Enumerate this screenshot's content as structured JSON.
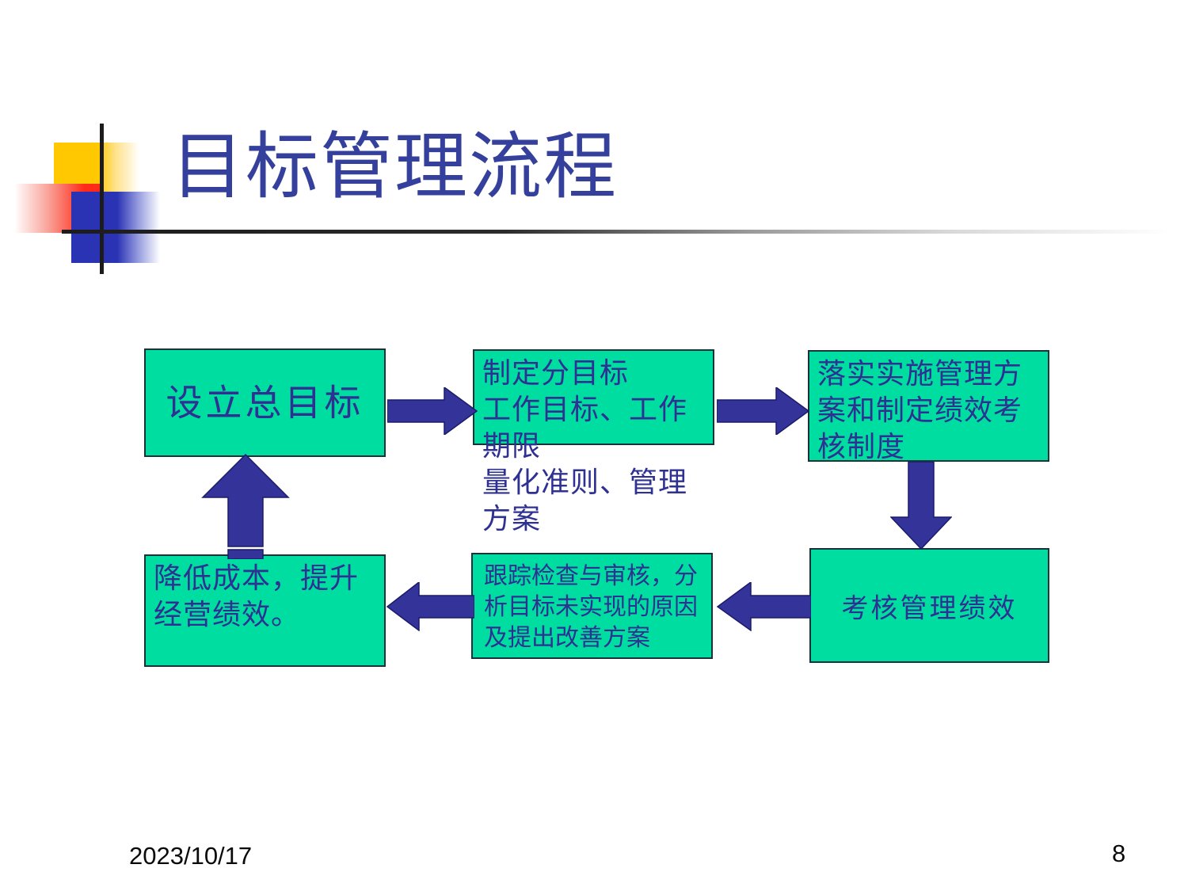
{
  "slide": {
    "title": "目标管理流程",
    "footer": {
      "date": "2023/10/17",
      "page_number": "8"
    },
    "colors": {
      "box_fill": "#00DDA0",
      "box_border": "#16323a",
      "text_navy": "#2E3192",
      "arrow_blue": "#33339A",
      "title_blue": "#34409B",
      "deco_yellow": "#FFC800",
      "deco_red": "#FF2A1A",
      "deco_blue": "#2B33B5"
    }
  },
  "flowchart": {
    "nodes": [
      {
        "id": "node-1",
        "label": "设立总目标"
      },
      {
        "id": "node-2",
        "label": "制定分目标\n工作目标、工作期限\n量化准则、管理方案"
      },
      {
        "id": "node-3",
        "label": "落实实施管理方\n案和制定绩效考\n核制度"
      },
      {
        "id": "node-4",
        "label": "降低成本，提升\n经营绩效。"
      },
      {
        "id": "node-5",
        "label": "跟踪检查与审核，分\n析目标未实现的原因\n及提出改善方案"
      },
      {
        "id": "node-6",
        "label": "考核管理绩效"
      }
    ],
    "connectors": [
      {
        "id": "arrow-1-2",
        "direction": "right",
        "from": "node-1",
        "to": "node-2"
      },
      {
        "id": "arrow-2-3",
        "direction": "right",
        "from": "node-2",
        "to": "node-3"
      },
      {
        "id": "arrow-3-6",
        "direction": "down",
        "from": "node-3",
        "to": "node-6"
      },
      {
        "id": "arrow-6-5",
        "direction": "left",
        "from": "node-6",
        "to": "node-5"
      },
      {
        "id": "arrow-5-4",
        "direction": "left",
        "from": "node-5",
        "to": "node-4"
      },
      {
        "id": "arrow-4-1",
        "direction": "up",
        "from": "node-4",
        "to": "node-1"
      }
    ]
  }
}
